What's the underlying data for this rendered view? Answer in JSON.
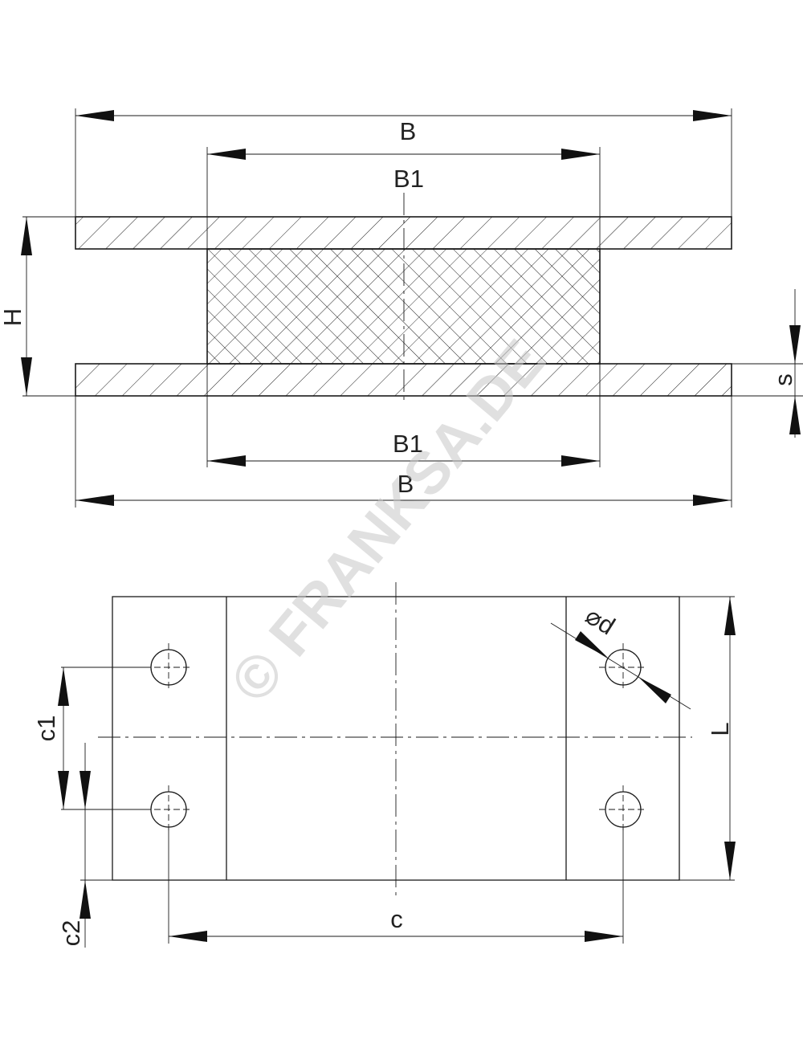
{
  "labels": {
    "B_top": "B",
    "B1_top": "B1",
    "H": "H",
    "s": "s",
    "B1_bottom": "B1",
    "B_bottom": "B",
    "d": "⌀d",
    "L": "L",
    "c1": "c1",
    "c2": "c2",
    "c": "c"
  },
  "watermark": "© FRANKSA.DE"
}
